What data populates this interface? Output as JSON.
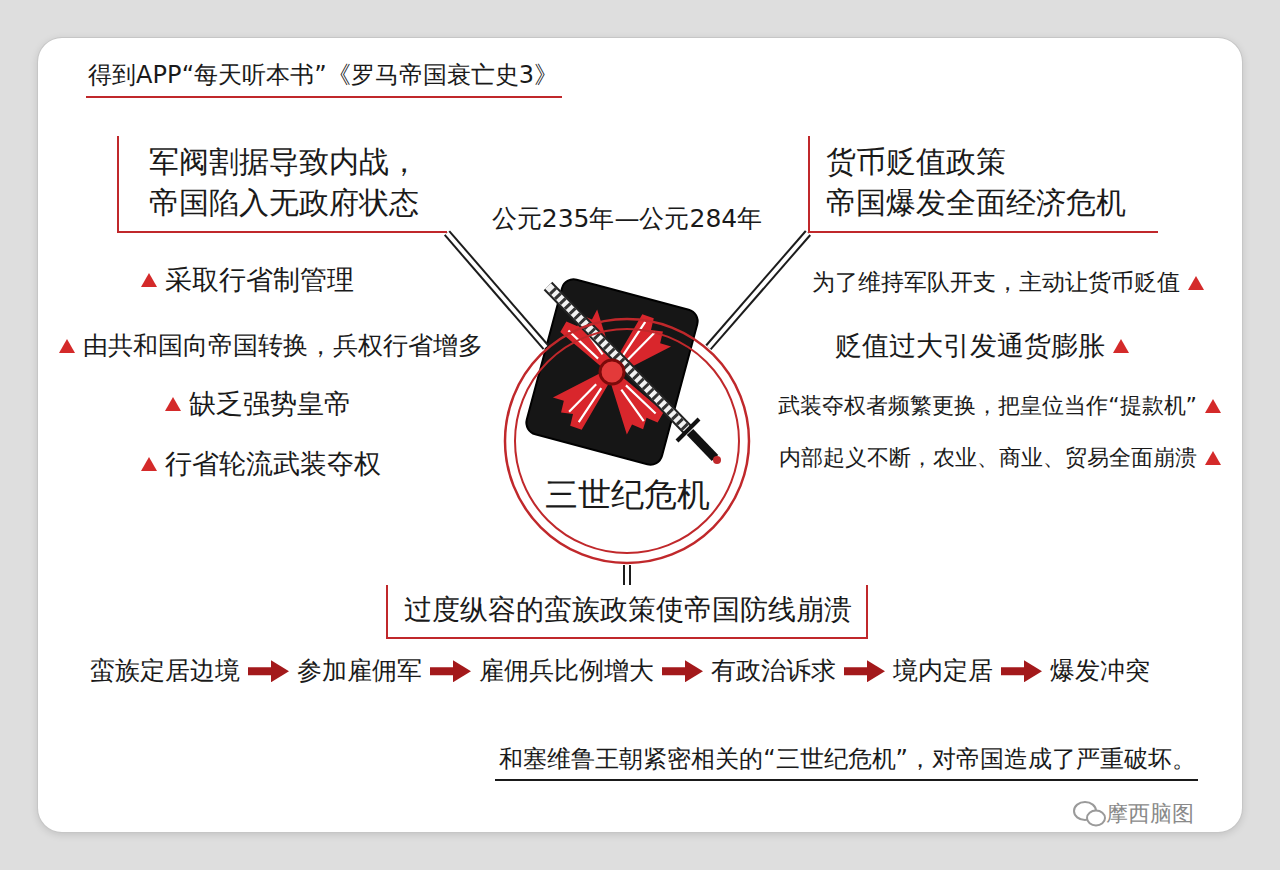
{
  "diagram": {
    "title": "得到APP“每天听本书”《罗马帝国衰亡史3》",
    "caption": "和塞维鲁王朝紧密相关的“三世纪危机”，对帝国造成了严重破坏。",
    "nodes": [
      {
        "text": [
          "公元235年—公元284年",
          "三世纪危机"
        ]
      },
      {
        "text": [
          "军阀割据导致内战， 帝国陷入无政府状态"
        ]
      },
      {
        "text": [
          "货币贬值政策 帝国爆发全面经济危机"
        ]
      },
      {
        "text": [
          "过度纵容的蛮族政策使帝国防线崩溃"
        ]
      },
      {
        "text": [
          "蛮族定居边境"
        ]
      },
      {
        "text": [
          "参加雇佣军"
        ]
      },
      {
        "text": [
          "雇佣兵比例增大"
        ]
      },
      {
        "text": [
          "有政治诉求"
        ]
      },
      {
        "text": [
          "境内定居"
        ]
      },
      {
        "text": [
          "爆发冲突"
        ]
      }
    ],
    "edges": [
      {
        "from": 0,
        "to": 1,
        "arrow": "none"
      },
      {
        "from": 0,
        "to": 2,
        "arrow": "none"
      },
      {
        "from": 0,
        "to": 3,
        "arrow": "none"
      },
      {
        "from": 4,
        "to": 5,
        "arrow": "to"
      },
      {
        "from": 5,
        "to": 6,
        "arrow": "to"
      },
      {
        "from": 6,
        "to": 7,
        "arrow": "to"
      },
      {
        "from": 7,
        "to": 8,
        "arrow": "to"
      },
      {
        "from": 8,
        "to": 9,
        "arrow": "to"
      }
    ],
    "labels": [
      "采取行省制管理",
      "由共和国向帝国转换，兵权行省增多",
      "缺乏强势皇帝",
      "行省轮流武装夺权",
      "为了维持军队开支，主动让货币贬值",
      "贬值过大引发通货膨胀",
      "武装夺权者频繁更换，把皇位当作“提款机”",
      "内部起义不断，农业、商业、贸易全面崩溃",
      "摩西脑图"
    ]
  }
}
